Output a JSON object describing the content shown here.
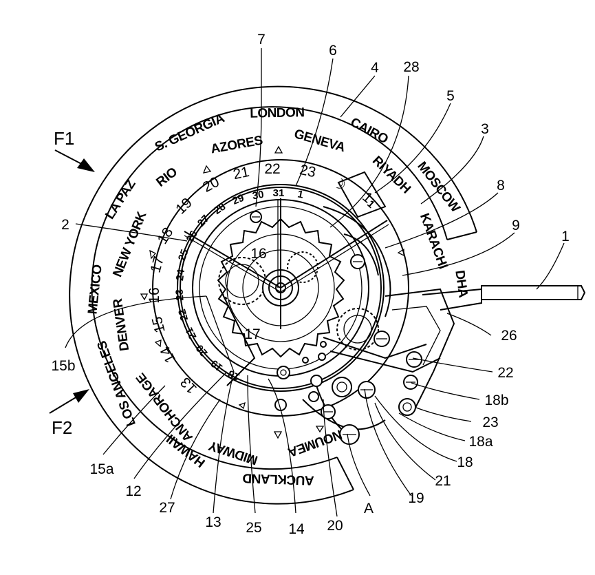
{
  "figure": {
    "cities": [
      "LONDON",
      "GENEVA",
      "CAIRO",
      "RIYADH",
      "MOSCOW",
      "KARACHI",
      "DHA",
      "AZORES",
      "S. GEORGIA",
      "RIO",
      "LA PAZ",
      "NEW YORK",
      "MEXICO",
      "DENVER",
      "LOS ANGELES",
      "ANCHORAGE",
      "HAWAII",
      "MIDWAY",
      "AUCKLAND",
      "NOUMEA"
    ],
    "hour_numbers": [
      "22",
      "23",
      "21",
      "20",
      "19",
      "18",
      "17",
      "16",
      "15",
      "14",
      "13"
    ],
    "day_numbers": [
      "31",
      "30",
      "29",
      "28",
      "27",
      "26",
      "25",
      "24",
      "23",
      "22",
      "21",
      "20",
      "19",
      "18",
      "1"
    ],
    "moon_symbol": "☽",
    "one_numbers": [
      "1",
      "1"
    ],
    "reference_labels": [
      "7",
      "6",
      "4",
      "28",
      "5",
      "3",
      "8",
      "9",
      "1",
      "2",
      "16",
      "15b",
      "26",
      "22",
      "18b",
      "23",
      "18a",
      "18",
      "21",
      "19",
      "A",
      "20",
      "14",
      "25",
      "13",
      "27",
      "12",
      "15a",
      "17"
    ],
    "arrows": [
      "F1",
      "F2"
    ]
  }
}
